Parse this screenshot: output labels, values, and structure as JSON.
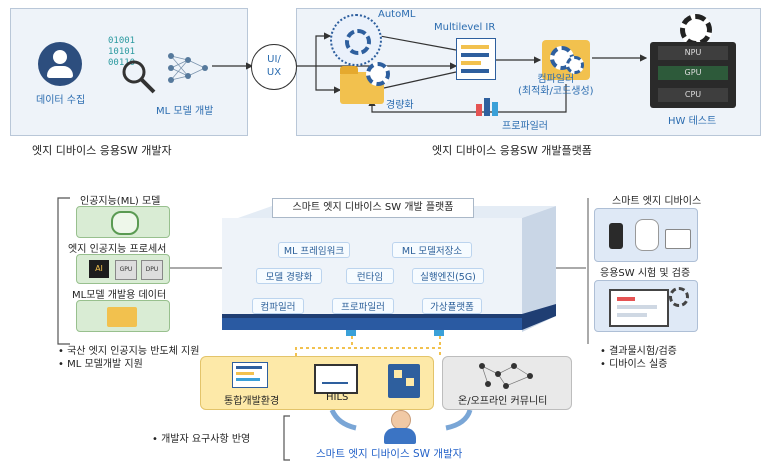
{
  "top": {
    "data_collect": "데이터 수집",
    "binary_lines": [
      "01001",
      "10101",
      "00110"
    ],
    "ml_model_dev": "ML 모델 개발",
    "ui_ux": [
      "UI/",
      "UX"
    ],
    "automl": "AutoML",
    "multilevel_ir": "Multilevel IR",
    "lightweight": "경량화",
    "compiler": [
      "컴파일러",
      "(최적화/코드생성)"
    ],
    "profiler": "프로파일러",
    "hw_test": "HW 테스트",
    "hw_chips": [
      "NPU",
      "GPU",
      "CPU"
    ],
    "left_caption": "엣지 디바이스 응용SW 개발자",
    "right_caption": "엣지 디바이스 응용SW 개발플랫폼"
  },
  "bottom": {
    "left_items": [
      "인공지능(ML) 모델",
      "엣지 인공지능 프로세서",
      "ML모델 개발용 데이터"
    ],
    "chip_labels": [
      "AI",
      "GPU",
      "DPU"
    ],
    "left_bullets": [
      "국산 엣지 인공지능 반도체 지원",
      "ML 모델개발 지원"
    ],
    "platform_title": "스마트 엣지 디바이스 SW 개발 플랫폼",
    "modules": [
      "ML 프레임워크",
      "ML 모델저장소",
      "모델 경량화",
      "런타임",
      "실행엔진(5G)",
      "컴파일러",
      "프로파일러",
      "가상플랫폼"
    ],
    "right_title_1": "스마트 엣지 디바이스",
    "right_title_2": "응용SW 시험 및 검증",
    "right_bullets": [
      "결과물시험/검증",
      "디바이스 실증"
    ],
    "ide": "통합개발환경",
    "hils": "HILS",
    "community": "온/오프라인 커뮤니티",
    "dev_bullet": "개발자 요구사항 반영",
    "developer": "스마트 엣지 디바이스 SW 개발자"
  },
  "colors": {
    "accent_blue": "#2563c9",
    "panel_bg": "#eef3f9",
    "yellow_box": "#fde9a8",
    "gray_box": "#e9e9e9"
  }
}
